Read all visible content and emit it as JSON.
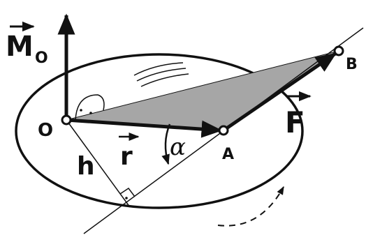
{
  "labels": {
    "moment": "M",
    "moment_sub": "O",
    "origin": "O",
    "point_a": "A",
    "point_b": "B",
    "position_vector": "r",
    "force": "F",
    "lever_arm": "h",
    "angle": "α"
  },
  "colors": {
    "stroke": "#111111",
    "triangle_fill": "#a6a6a6",
    "background": "#ffffff"
  },
  "icons": {
    "right_angle": "right-angle-marker",
    "rotation": "dashed-curved-arrow"
  }
}
